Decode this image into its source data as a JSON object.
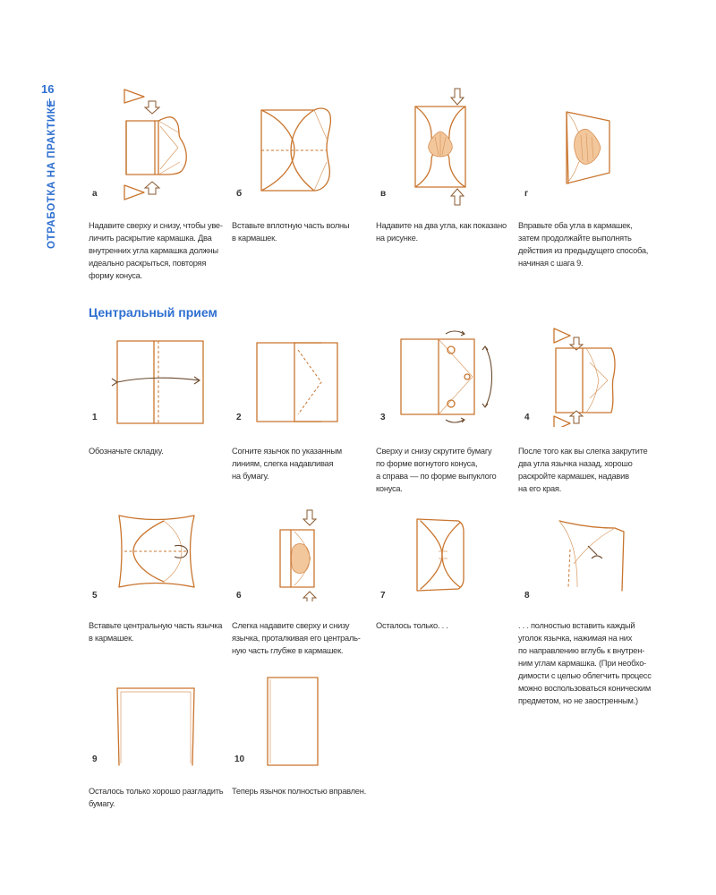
{
  "page": {
    "number": "16",
    "section_title": "ОТРАБОТКА НА ПРАКТИКЕ",
    "subheading": "Центральный прием"
  },
  "colors": {
    "accent": "#2e6fd0",
    "drawing": "#c9752e",
    "text": "#333333"
  },
  "steps_top": [
    {
      "label": "а",
      "caption": [
        "Надавите сверху и снизу, чтобы уве-",
        "личить раскрытие кармашка. Два",
        "внутренних угла кармашка должны",
        "идеально раскрыться, повторяя",
        "форму конуса."
      ]
    },
    {
      "label": "б",
      "caption": [
        "Вставьте вплотную часть волны",
        "в кармашек."
      ]
    },
    {
      "label": "в",
      "caption": [
        "Надавите на два угла, как показано",
        "на рисунке."
      ]
    },
    {
      "label": "г",
      "caption": [
        "Вправьте оба угла в кармашек,",
        "затем продолжайте выполнять",
        "действия из предыдущего способа,",
        "начиная с шага 9."
      ]
    }
  ],
  "steps_central": [
    {
      "label": "1",
      "caption": [
        "Обозначьте складку."
      ]
    },
    {
      "label": "2",
      "caption": [
        "Согните язычок по указанным",
        "линиям, слегка надавливая",
        "на бумагу."
      ]
    },
    {
      "label": "3",
      "caption": [
        "Сверху и снизу скрутите бумагу",
        "по форме вогнутого конуса,",
        "а справа — по форме выпуклого",
        "конуса."
      ]
    },
    {
      "label": "4",
      "caption": [
        "После того как вы слегка закрутите",
        "два угла язычка назад, хорошо",
        "раскройте кармашек, надавив",
        "на его края."
      ]
    },
    {
      "label": "5",
      "caption": [
        "Вставьте центральную часть язычка",
        "в кармашек."
      ]
    },
    {
      "label": "6",
      "caption": [
        "Слегка надавите сверху и снизу",
        "язычка, проталкивая его централь-",
        "ную часть глубже в кармашек."
      ]
    },
    {
      "label": "7",
      "caption": [
        "Осталось только. . ."
      ]
    },
    {
      "label": "8",
      "caption": [
        ". . . полностью вставить каждый",
        "уголок язычка, нажимая на них",
        "по направлению вглубь к внутрен-",
        "ним углам кармашка. (При необхо-",
        "димости с целью облегчить процесс",
        "можно воспользоваться коническим",
        "предметом, но не заостренным.)"
      ]
    },
    {
      "label": "9",
      "caption": [
        "Осталось только хорошо разгладить",
        "бумагу."
      ]
    },
    {
      "label": "10",
      "caption": [
        "Теперь язычок полностью вправлен."
      ]
    }
  ]
}
